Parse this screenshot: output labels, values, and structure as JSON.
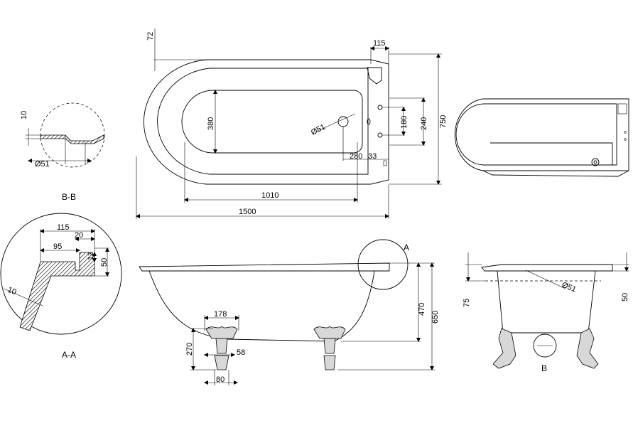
{
  "dimensions": {
    "top_72": "72",
    "top_115": "115",
    "length_1500": "1500",
    "inner_1010": "1010",
    "inner_380": "380",
    "waste_51": "Ø51",
    "offset_280": "280",
    "offset_33": "33",
    "tap_180": "180",
    "tap_240": "240",
    "width_750": "750",
    "bb_10": "10",
    "bb_51": "Ø51",
    "aa_115": "115",
    "aa_20": "20",
    "aa_95": "95",
    "aa_13": "13",
    "aa_50": "50",
    "aa_10": "10",
    "foot_178": "178",
    "foot_270": "270",
    "foot_58": "58",
    "foot_80": "80",
    "height_470": "470",
    "height_650": "650",
    "end_75": "75",
    "end_51": "Ø51",
    "end_50": "50"
  },
  "labels": {
    "section_bb": "B-B",
    "section_aa": "A-A",
    "detail_a": "A",
    "detail_b": "B"
  }
}
